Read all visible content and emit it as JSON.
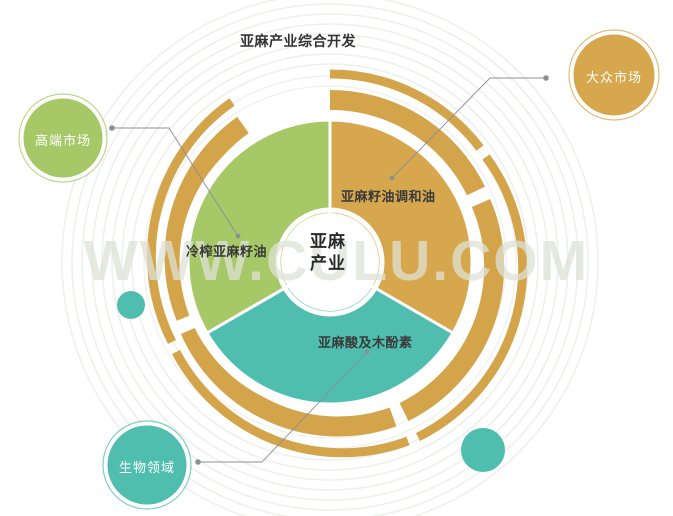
{
  "title": "亚麻产业综合开发",
  "watermark": "WWW.CULU.COM",
  "center": {
    "line1": "亚麻",
    "line2": "产业"
  },
  "colors": {
    "gold": "#d7a74d",
    "gold_ring": "#d4a44b",
    "green": "#a6c866",
    "teal": "#4fbeaf",
    "text_dark": "#3a3a3a",
    "connector": "#8b8f96",
    "faint_arc": "#eceee9",
    "background": "#ffffff"
  },
  "chart_data": {
    "type": "pie",
    "title": "亚麻产业综合开发",
    "center_label": "亚麻产业",
    "categories": [
      "亚麻籽油调和油",
      "亚麻酸及木酚素",
      "冷榨亚麻籽油"
    ],
    "values": [
      33.3,
      33.3,
      33.3
    ],
    "colors": [
      "#d7a74d",
      "#4fbeaf",
      "#a6c866"
    ],
    "legend_position": "outside-callouts",
    "grid": false,
    "annotations": [
      {
        "label": "大众市场",
        "links_to": "亚麻籽油调和油",
        "color": "#d7a74d"
      },
      {
        "label": "生物领域",
        "links_to": "亚麻酸及木酚素",
        "color": "#4fbeaf"
      },
      {
        "label": "高端市场",
        "links_to": "冷榨亚麻籽油",
        "color": "#a6c866"
      }
    ]
  },
  "segments": [
    {
      "id": "gold",
      "label": "亚麻籽油调和油",
      "color": "#d7a74d"
    },
    {
      "id": "green",
      "label": "冷榨亚麻籽油",
      "color": "#a6c866"
    },
    {
      "id": "teal",
      "label": "亚麻酸及木酚素",
      "color": "#4fbeaf"
    }
  ],
  "bubbles": [
    {
      "id": "green",
      "label": "高端市场",
      "color": "#a6c866"
    },
    {
      "id": "gold",
      "label": "大众市场",
      "color": "#d7a74d"
    },
    {
      "id": "teal",
      "label": "生物领域",
      "color": "#4fbeaf"
    }
  ],
  "decor_dots": [
    {
      "id": "small-teal-left",
      "color": "#4fbeaf"
    },
    {
      "id": "small-teal-right",
      "color": "#4fbeaf"
    }
  ]
}
